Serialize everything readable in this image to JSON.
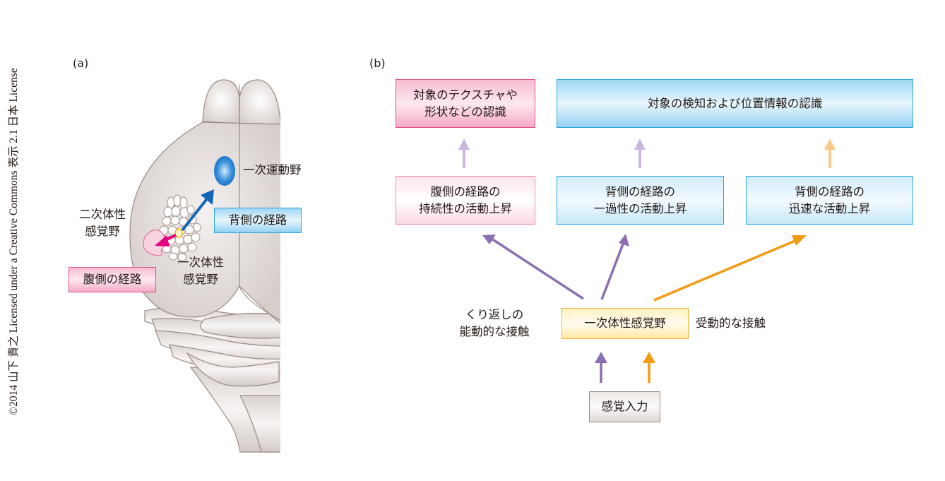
{
  "credit": "©2014 山下 貴之 Licensed under a Creative Commons 表示 2.1 日本 License",
  "panel_a": {
    "label": "(a)",
    "labels": {
      "primary_motor": "一次運動野",
      "secondary_somatosensory_line1": "二次体性",
      "secondary_somatosensory_line2": "感覚野",
      "primary_somatosensory_line1": "一次体性",
      "primary_somatosensory_line2": "感覚野",
      "dorsal_pathway": "背側の経路",
      "ventral_pathway": "腹側の経路"
    },
    "colors": {
      "brain_fill": "#d9d2cf",
      "brain_stroke": "#9b8a82",
      "motor_blue": "#1f7fd1",
      "dorsal_arrow": "#1565b6",
      "ventral_arrow": "#e4007f",
      "s2_fill": "#f7c6d6",
      "barrel_highlight": "#f5c400"
    }
  },
  "panel_b": {
    "label": "(b)",
    "boxes": {
      "texture_recognition": [
        "対象のテクスチャや",
        "形状などの認識"
      ],
      "detection_location": [
        "対象の検知および位置情報の認識"
      ],
      "ventral_sustained": [
        "腹側の経路の",
        "持続性の活動上昇"
      ],
      "dorsal_transient": [
        "背側の経路の",
        "一過性の活動上昇"
      ],
      "dorsal_rapid": [
        "背側の経路の",
        "迅速な活動上昇"
      ],
      "s1": [
        "一次体性感覚野"
      ],
      "sensory_input": [
        "感覚入力"
      ]
    },
    "side_labels": {
      "active_touch": [
        "くり返しの",
        "能動的な接触"
      ],
      "passive_touch": [
        "受動的な接触"
      ]
    },
    "colors": {
      "active_arrow": "#8a6fb3",
      "active_arrow_light": "#c8b9dc",
      "passive_arrow": "#f29c14",
      "passive_arrow_light": "#fbc98a"
    }
  }
}
